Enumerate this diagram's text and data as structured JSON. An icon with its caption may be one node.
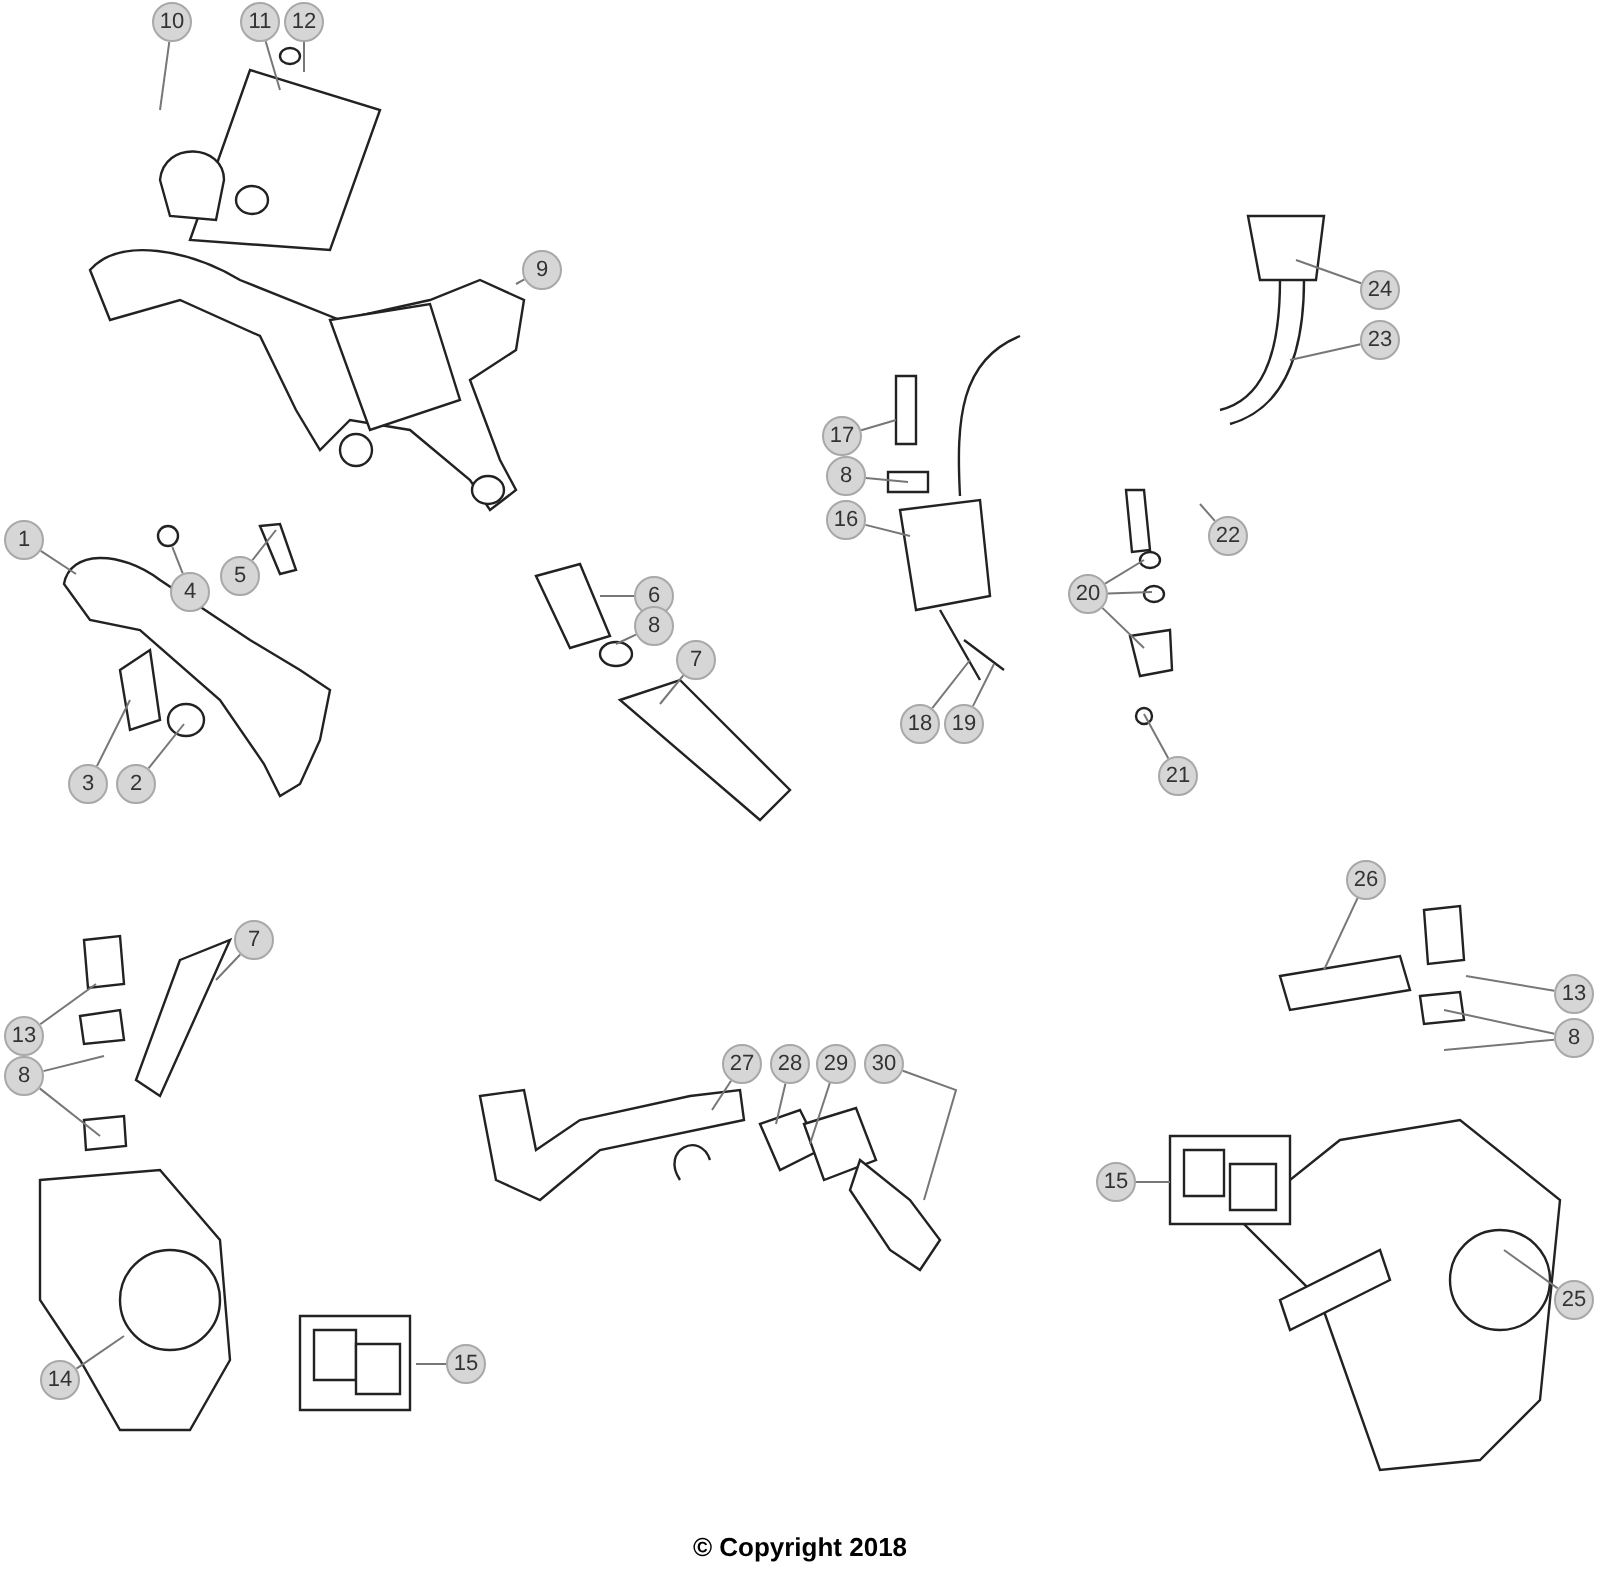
{
  "diagram": {
    "nodes": [
      {
        "text": [
          "10"
        ]
      },
      {
        "text": [
          "11"
        ]
      },
      {
        "text": [
          "12"
        ]
      },
      {
        "text": [
          "9"
        ]
      },
      {
        "text": [
          "24"
        ]
      },
      {
        "text": [
          "23"
        ]
      },
      {
        "text": [
          "17"
        ]
      },
      {
        "text": [
          "8"
        ]
      },
      {
        "text": [
          "16"
        ]
      },
      {
        "text": [
          "22"
        ]
      },
      {
        "text": [
          "1"
        ]
      },
      {
        "text": [
          "4"
        ]
      },
      {
        "text": [
          "5"
        ]
      },
      {
        "text": [
          "20"
        ]
      },
      {
        "text": [
          "6"
        ]
      },
      {
        "text": [
          "8"
        ]
      },
      {
        "text": [
          "7"
        ]
      },
      {
        "text": [
          "18"
        ]
      },
      {
        "text": [
          "19"
        ]
      },
      {
        "text": [
          "3"
        ]
      },
      {
        "text": [
          "2"
        ]
      },
      {
        "text": [
          "21"
        ]
      },
      {
        "text": [
          "7"
        ]
      },
      {
        "text": [
          "26"
        ]
      },
      {
        "text": [
          "13"
        ]
      },
      {
        "text": [
          "13"
        ]
      },
      {
        "text": [
          "8"
        ]
      },
      {
        "text": [
          "8"
        ]
      },
      {
        "text": [
          "27"
        ]
      },
      {
        "text": [
          "28"
        ]
      },
      {
        "text": [
          "29"
        ]
      },
      {
        "text": [
          "30"
        ]
      },
      {
        "text": [
          "15"
        ]
      },
      {
        "text": [
          "25"
        ]
      },
      {
        "text": [
          "15"
        ]
      },
      {
        "text": [
          "14"
        ]
      },
      {
        "text": [],
        "shape": "circle"
      }
    ],
    "edges": [
      {
        "from": 0,
        "to": null,
        "arrow": "none"
      },
      {
        "from": 1,
        "to": null,
        "arrow": "none"
      },
      {
        "from": 2,
        "to": null,
        "arrow": "none"
      },
      {
        "from": 3,
        "to": null,
        "arrow": "none"
      },
      {
        "from": 4,
        "to": null,
        "arrow": "none"
      },
      {
        "from": 5,
        "to": null,
        "arrow": "none"
      },
      {
        "from": 6,
        "to": null,
        "arrow": "none"
      },
      {
        "from": 7,
        "to": null,
        "arrow": "none"
      },
      {
        "from": 8,
        "to": null,
        "arrow": "none"
      },
      {
        "from": 9,
        "to": null,
        "arrow": "none"
      },
      {
        "from": 10,
        "to": null,
        "arrow": "none"
      },
      {
        "from": 11,
        "to": 36,
        "arrow": "none"
      },
      {
        "from": 12,
        "to": null,
        "arrow": "none"
      },
      {
        "from": 13,
        "to": null,
        "arrow": "none"
      },
      {
        "from": 13,
        "to": null,
        "arrow": "none"
      },
      {
        "from": 13,
        "to": null,
        "arrow": "none"
      },
      {
        "from": 14,
        "to": null,
        "arrow": "none"
      },
      {
        "from": 15,
        "to": null,
        "arrow": "none"
      },
      {
        "from": 16,
        "to": null,
        "arrow": "none"
      },
      {
        "from": 17,
        "to": null,
        "arrow": "none"
      },
      {
        "from": 18,
        "to": null,
        "arrow": "none"
      },
      {
        "from": 19,
        "to": null,
        "arrow": "none"
      },
      {
        "from": 20,
        "to": null,
        "arrow": "none"
      },
      {
        "from": 21,
        "to": null,
        "arrow": "none"
      },
      {
        "from": 22,
        "to": null,
        "arrow": "none"
      },
      {
        "from": 23,
        "to": null,
        "arrow": "none"
      },
      {
        "from": 24,
        "to": null,
        "arrow": "none"
      },
      {
        "from": 25,
        "to": null,
        "arrow": "none"
      },
      {
        "from": 26,
        "to": null,
        "arrow": "none"
      },
      {
        "from": 26,
        "to": null,
        "arrow": "none"
      },
      {
        "from": 27,
        "to": null,
        "arrow": "none"
      },
      {
        "from": 27,
        "to": null,
        "arrow": "none"
      },
      {
        "from": 28,
        "to": null,
        "arrow": "none"
      },
      {
        "from": 29,
        "to": null,
        "arrow": "none"
      },
      {
        "from": 30,
        "to": null,
        "arrow": "none"
      },
      {
        "from": 31,
        "to": null,
        "arrow": "none"
      },
      {
        "from": 32,
        "to": null,
        "arrow": "none"
      },
      {
        "from": 33,
        "to": null,
        "arrow": "none"
      },
      {
        "from": 34,
        "to": null,
        "arrow": "none"
      },
      {
        "from": 35,
        "to": null,
        "arrow": "none"
      }
    ],
    "labels": [
      "© Copyright 2018"
    ]
  }
}
